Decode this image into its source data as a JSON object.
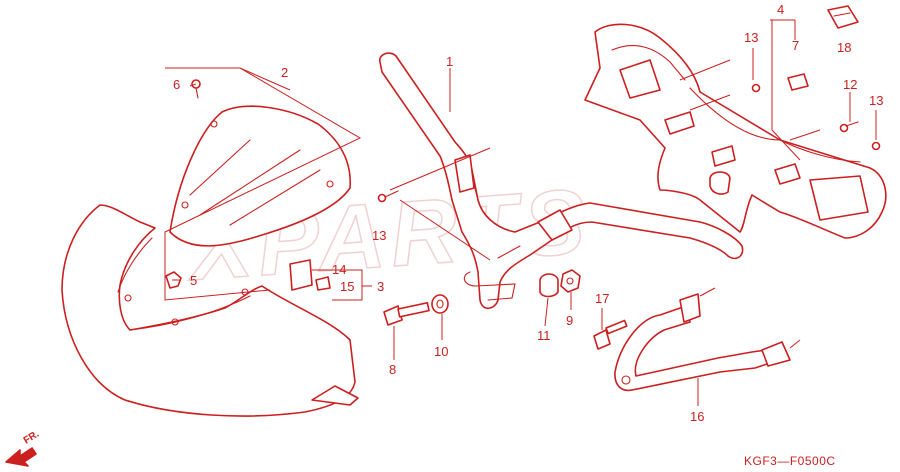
{
  "colors": {
    "line": "#cc1f1f",
    "background": "#ffffff",
    "watermark": "#f1d2d2"
  },
  "watermark": "XPARTS",
  "direction_label": "FR.",
  "diagram_code": "KGF3—F0500C",
  "parts": {
    "p1": "1",
    "p2": "2",
    "p3": "3",
    "p4": "4",
    "p5": "5",
    "p6": "6",
    "p7": "7",
    "p8": "8",
    "p9": "9",
    "p10": "10",
    "p11": "11",
    "p12": "12",
    "p13a": "13",
    "p13b": "13",
    "p13c": "13",
    "p14": "14",
    "p15": "15",
    "p16": "16",
    "p17": "17",
    "p18": "18"
  }
}
